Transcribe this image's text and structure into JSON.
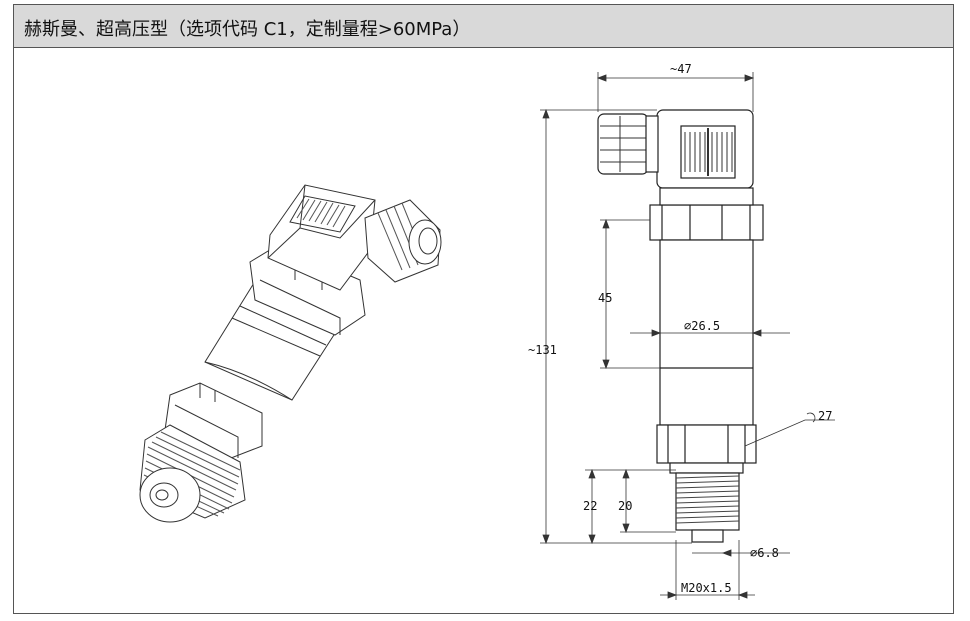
{
  "title": "赫斯曼、超高压型（选项代码 C1，定制量程>60MPa）",
  "dimensions": {
    "width_top": "~47",
    "total_height": "~131",
    "upper_length": "45",
    "body_diameter": "∅26.5",
    "hex_wrench": "27",
    "thread_length_outer": "22",
    "thread_length_inner": "20",
    "port_diameter": "∅6.8",
    "thread_spec": "M20x1.5"
  }
}
